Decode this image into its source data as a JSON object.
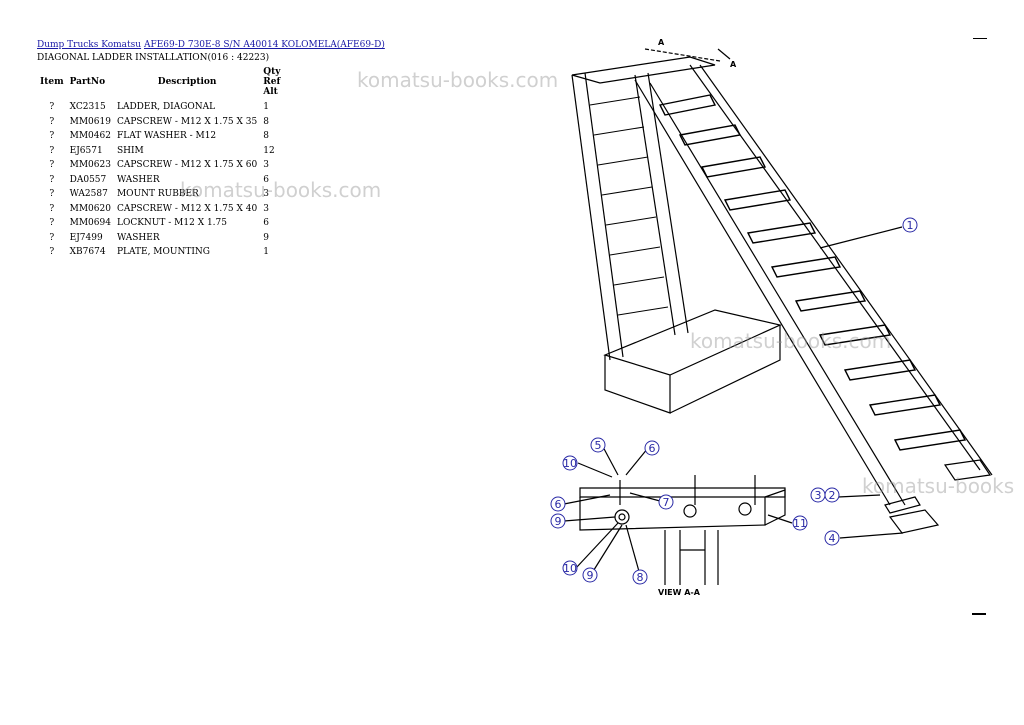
{
  "breadcrumb": {
    "link1": "Dump Trucks Komatsu",
    "link2": "AFE69-D 730E-8 S/N A40014 KOLOMELA(AFE69-D)"
  },
  "subtitle": "DIAGONAL LADDER INSTALLATION(016 : 42223)",
  "table": {
    "headers": {
      "item": "Item",
      "partno": "PartNo",
      "desc": "Description",
      "qty": "Qty Ref Alt"
    },
    "rows": [
      {
        "item": "?",
        "partno": "XC2315",
        "desc": "LADDER, DIAGONAL",
        "qty": "1"
      },
      {
        "item": "?",
        "partno": "MM0619",
        "desc": "CAPSCREW - M12 X 1.75 X 35",
        "qty": "8"
      },
      {
        "item": "?",
        "partno": "MM0462",
        "desc": "FLAT WASHER - M12",
        "qty": "8"
      },
      {
        "item": "?",
        "partno": "EJ6571",
        "desc": "SHIM",
        "qty": "12"
      },
      {
        "item": "?",
        "partno": "MM0623",
        "desc": "CAPSCREW - M12 X 1.75 X 60",
        "qty": "3"
      },
      {
        "item": "?",
        "partno": "DA0557",
        "desc": "WASHER",
        "qty": "6"
      },
      {
        "item": "?",
        "partno": "WA2587",
        "desc": "MOUNT RUBBER",
        "qty": "3"
      },
      {
        "item": "?",
        "partno": "MM0620",
        "desc": "CAPSCREW - M12 X 1.75 X 40",
        "qty": "3"
      },
      {
        "item": "?",
        "partno": "MM0694",
        "desc": "LOCKNUT - M12 X 1.75",
        "qty": "6"
      },
      {
        "item": "?",
        "partno": "EJ7499",
        "desc": "WASHER",
        "qty": "9"
      },
      {
        "item": "?",
        "partno": "XB7674",
        "desc": "PLATE, MOUNTING",
        "qty": "1"
      }
    ]
  },
  "watermark": "komatsu-books.com",
  "watermark_short": "komatsu-books",
  "drawing": {
    "section_label": "A",
    "view_label": "VIEW A-A",
    "callouts": [
      "1",
      "2",
      "3",
      "4",
      "5",
      "6",
      "7",
      "8",
      "9",
      "10",
      "11"
    ]
  }
}
